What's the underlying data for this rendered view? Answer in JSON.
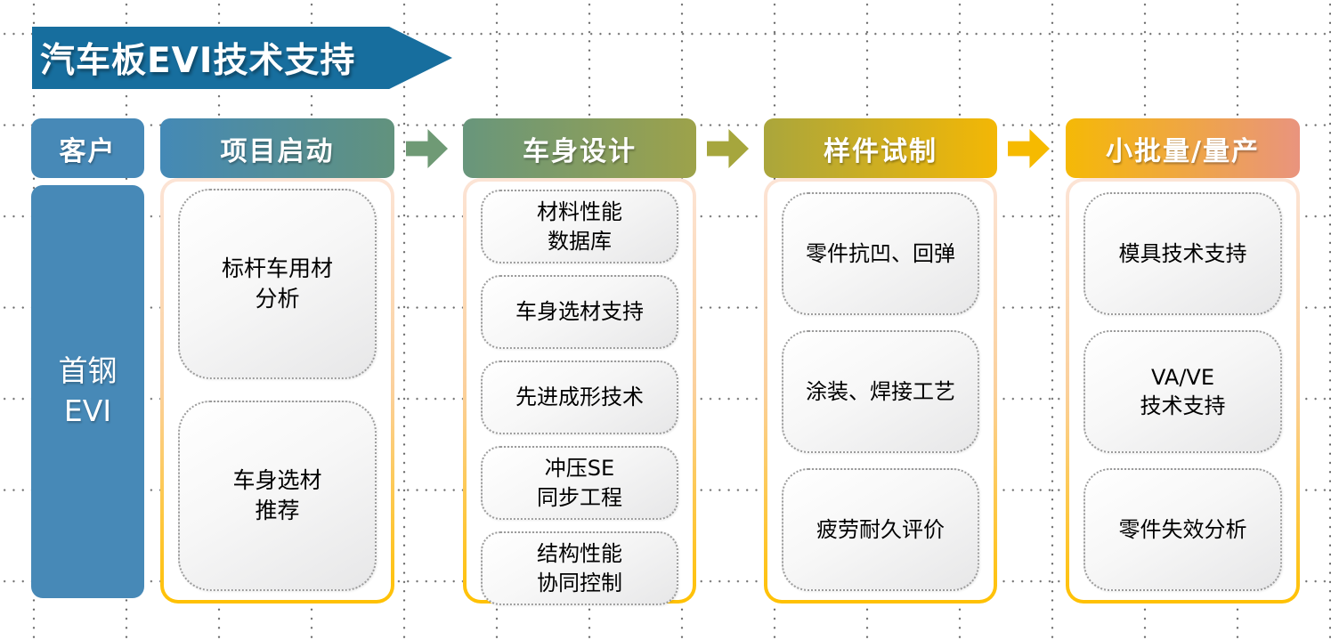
{
  "title": "汽车板EVI技术支持",
  "customer": {
    "header": "客户",
    "body": "首钢\nEVI"
  },
  "stages": [
    {
      "header": "项目启动",
      "items": [
        "标杆车用材\n分析",
        "车身选材\n推荐"
      ]
    },
    {
      "header": "车身设计",
      "items": [
        "材料性能\n数据库",
        "车身选材支持",
        "先进成形技术",
        "冲压SE\n同步工程",
        "结构性能\n协同控制"
      ]
    },
    {
      "header": "样件试制",
      "items": [
        "零件抗凹、回弹",
        "涂装、焊接工艺",
        "疲劳耐久评价"
      ]
    },
    {
      "header": "小批量/量产",
      "items": [
        "模具技术支持",
        "VA/VE\n技术支持",
        "零件失效分析"
      ]
    }
  ],
  "icons": {
    "flow_arrow": "arrow-right"
  },
  "colors": {
    "banner": "#176e9e",
    "customer_fill": "#4789b7",
    "stage1_start": "#4489b6",
    "stage1_end": "#62927d",
    "stage2_start": "#68967c",
    "stage2_end": "#9da24a",
    "stage3_start": "#aaa63c",
    "stage3_end": "#f3b705",
    "stage4_start": "#f5b906",
    "stage4_end": "#e9947e",
    "arrow1": "#6f9a75",
    "arrow2": "#a6a63d",
    "arrow3": "#f6ba00",
    "container_border_top": "#fce4d6",
    "container_border_bottom": "#ffc103"
  }
}
